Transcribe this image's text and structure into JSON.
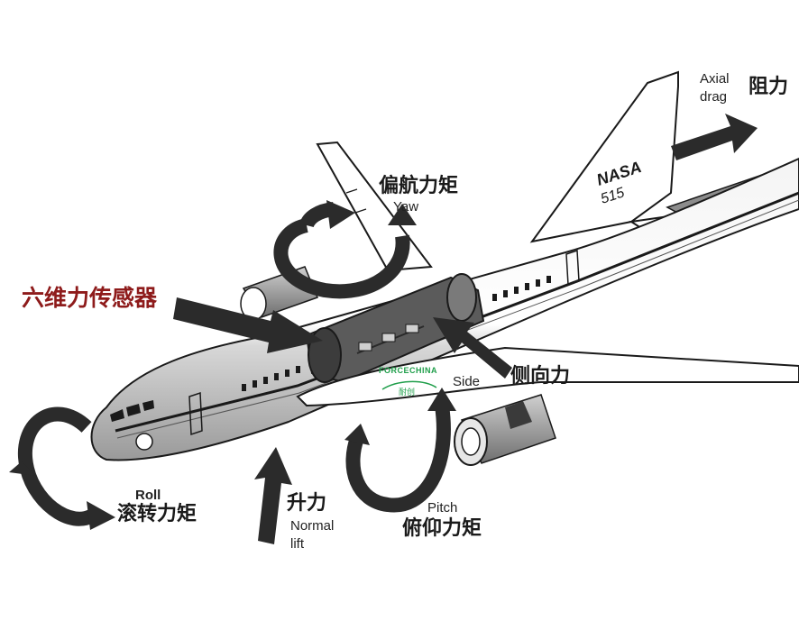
{
  "diagram": {
    "sensor_label": "六维力传感器",
    "yaw": {
      "cn": "偏航力矩",
      "en": "Yaw"
    },
    "axial": {
      "en_line1": "Axial",
      "en_line2": "drag",
      "cn": "阻力"
    },
    "side": {
      "en": "Side",
      "cn": "侧向力"
    },
    "roll": {
      "en": "Roll",
      "cn": "滚转力矩"
    },
    "lift": {
      "cn": "升力",
      "en_line1": "Normal",
      "en_line2": "lift"
    },
    "pitch": {
      "en": "Pitch",
      "cn": "俯仰力矩"
    },
    "aircraft_markings": {
      "tail_logo": "NASA",
      "tail_number": "515"
    },
    "watermark": {
      "brand_en": "FORCECHINA",
      "brand_cn": "耐创"
    }
  },
  "colors": {
    "sensor_label": "#8e1b1b",
    "arrow_fill": "#2b2b2b",
    "watermark": "#1f9e4a",
    "line_art": "#1a1a1a"
  }
}
